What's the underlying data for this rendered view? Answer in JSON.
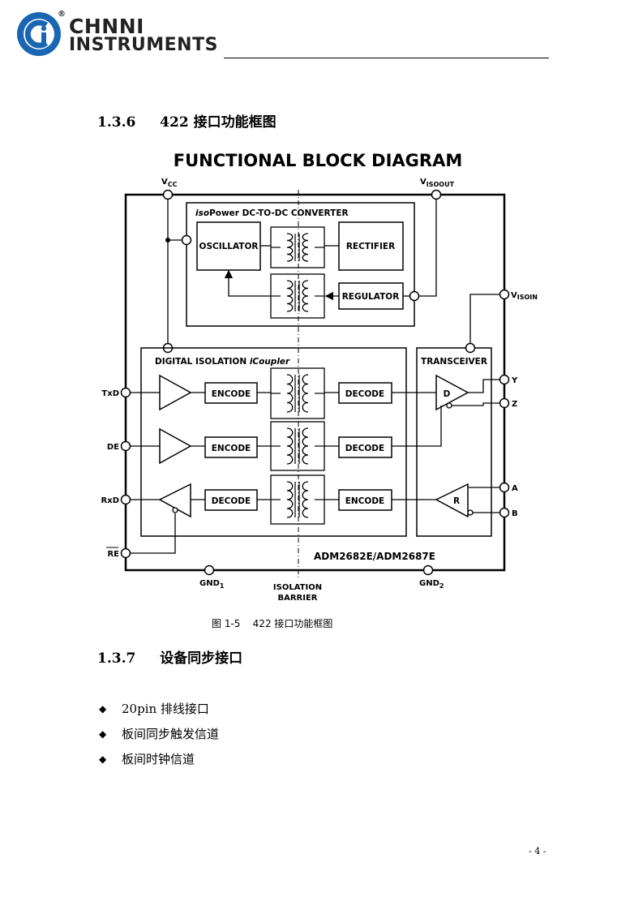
{
  "header": {
    "company_line1": "CHNNI",
    "company_line2": "INSTRUMENTS",
    "registered_mark": "®",
    "logo_letters": "Ci"
  },
  "section_136": {
    "number": "1.3.6",
    "title": "422 接口功能框图"
  },
  "diagram": {
    "title": "FUNCTIONAL BLOCK DIAGRAM",
    "isopower_prefix": "iso",
    "isopower_suffix": "Power DC-TO-DC CONVERTER",
    "oscillator": "OSCILLATOR",
    "rectifier": "RECTIFIER",
    "regulator": "REGULATOR",
    "digital_isolation": "DIGITAL ISOLATION ",
    "icoupler": "iCoupler",
    "transceiver": "TRANSCEIVER",
    "encode": "ENCODE",
    "decode": "DECODE",
    "pin_vcc": "V",
    "pin_vcc_sub": "CC",
    "pin_visoout": "V",
    "pin_visoout_sub": "ISOOUT",
    "pin_visoin": "V",
    "pin_visoin_sub": "ISOIN",
    "pin_txd": "TxD",
    "pin_de": "DE",
    "pin_rxd": "RxD",
    "pin_re": "RE",
    "pin_y": "Y",
    "pin_z": "Z",
    "pin_a": "A",
    "pin_b": "B",
    "driver": "D",
    "receiver": "R",
    "gnd1": "GND",
    "gnd1_sub": "1",
    "gnd2": "GND",
    "gnd2_sub": "2",
    "isolation_line1": "ISOLATION",
    "isolation_line2": "BARRIER",
    "part_number": "ADM2682E/ADM2687E"
  },
  "figure_caption": "图 1-5    422 接口功能框图",
  "section_137": {
    "number": "1.3.7",
    "title": "设备同步接口"
  },
  "bullets": [
    "20pin 排线接口",
    "板间同步触发信道",
    "板间时钟信道"
  ],
  "bullet_symbol": "◆",
  "page_number": "- 4 -",
  "colors": {
    "logo_blue": "#1a66b3",
    "text": "#000000"
  }
}
